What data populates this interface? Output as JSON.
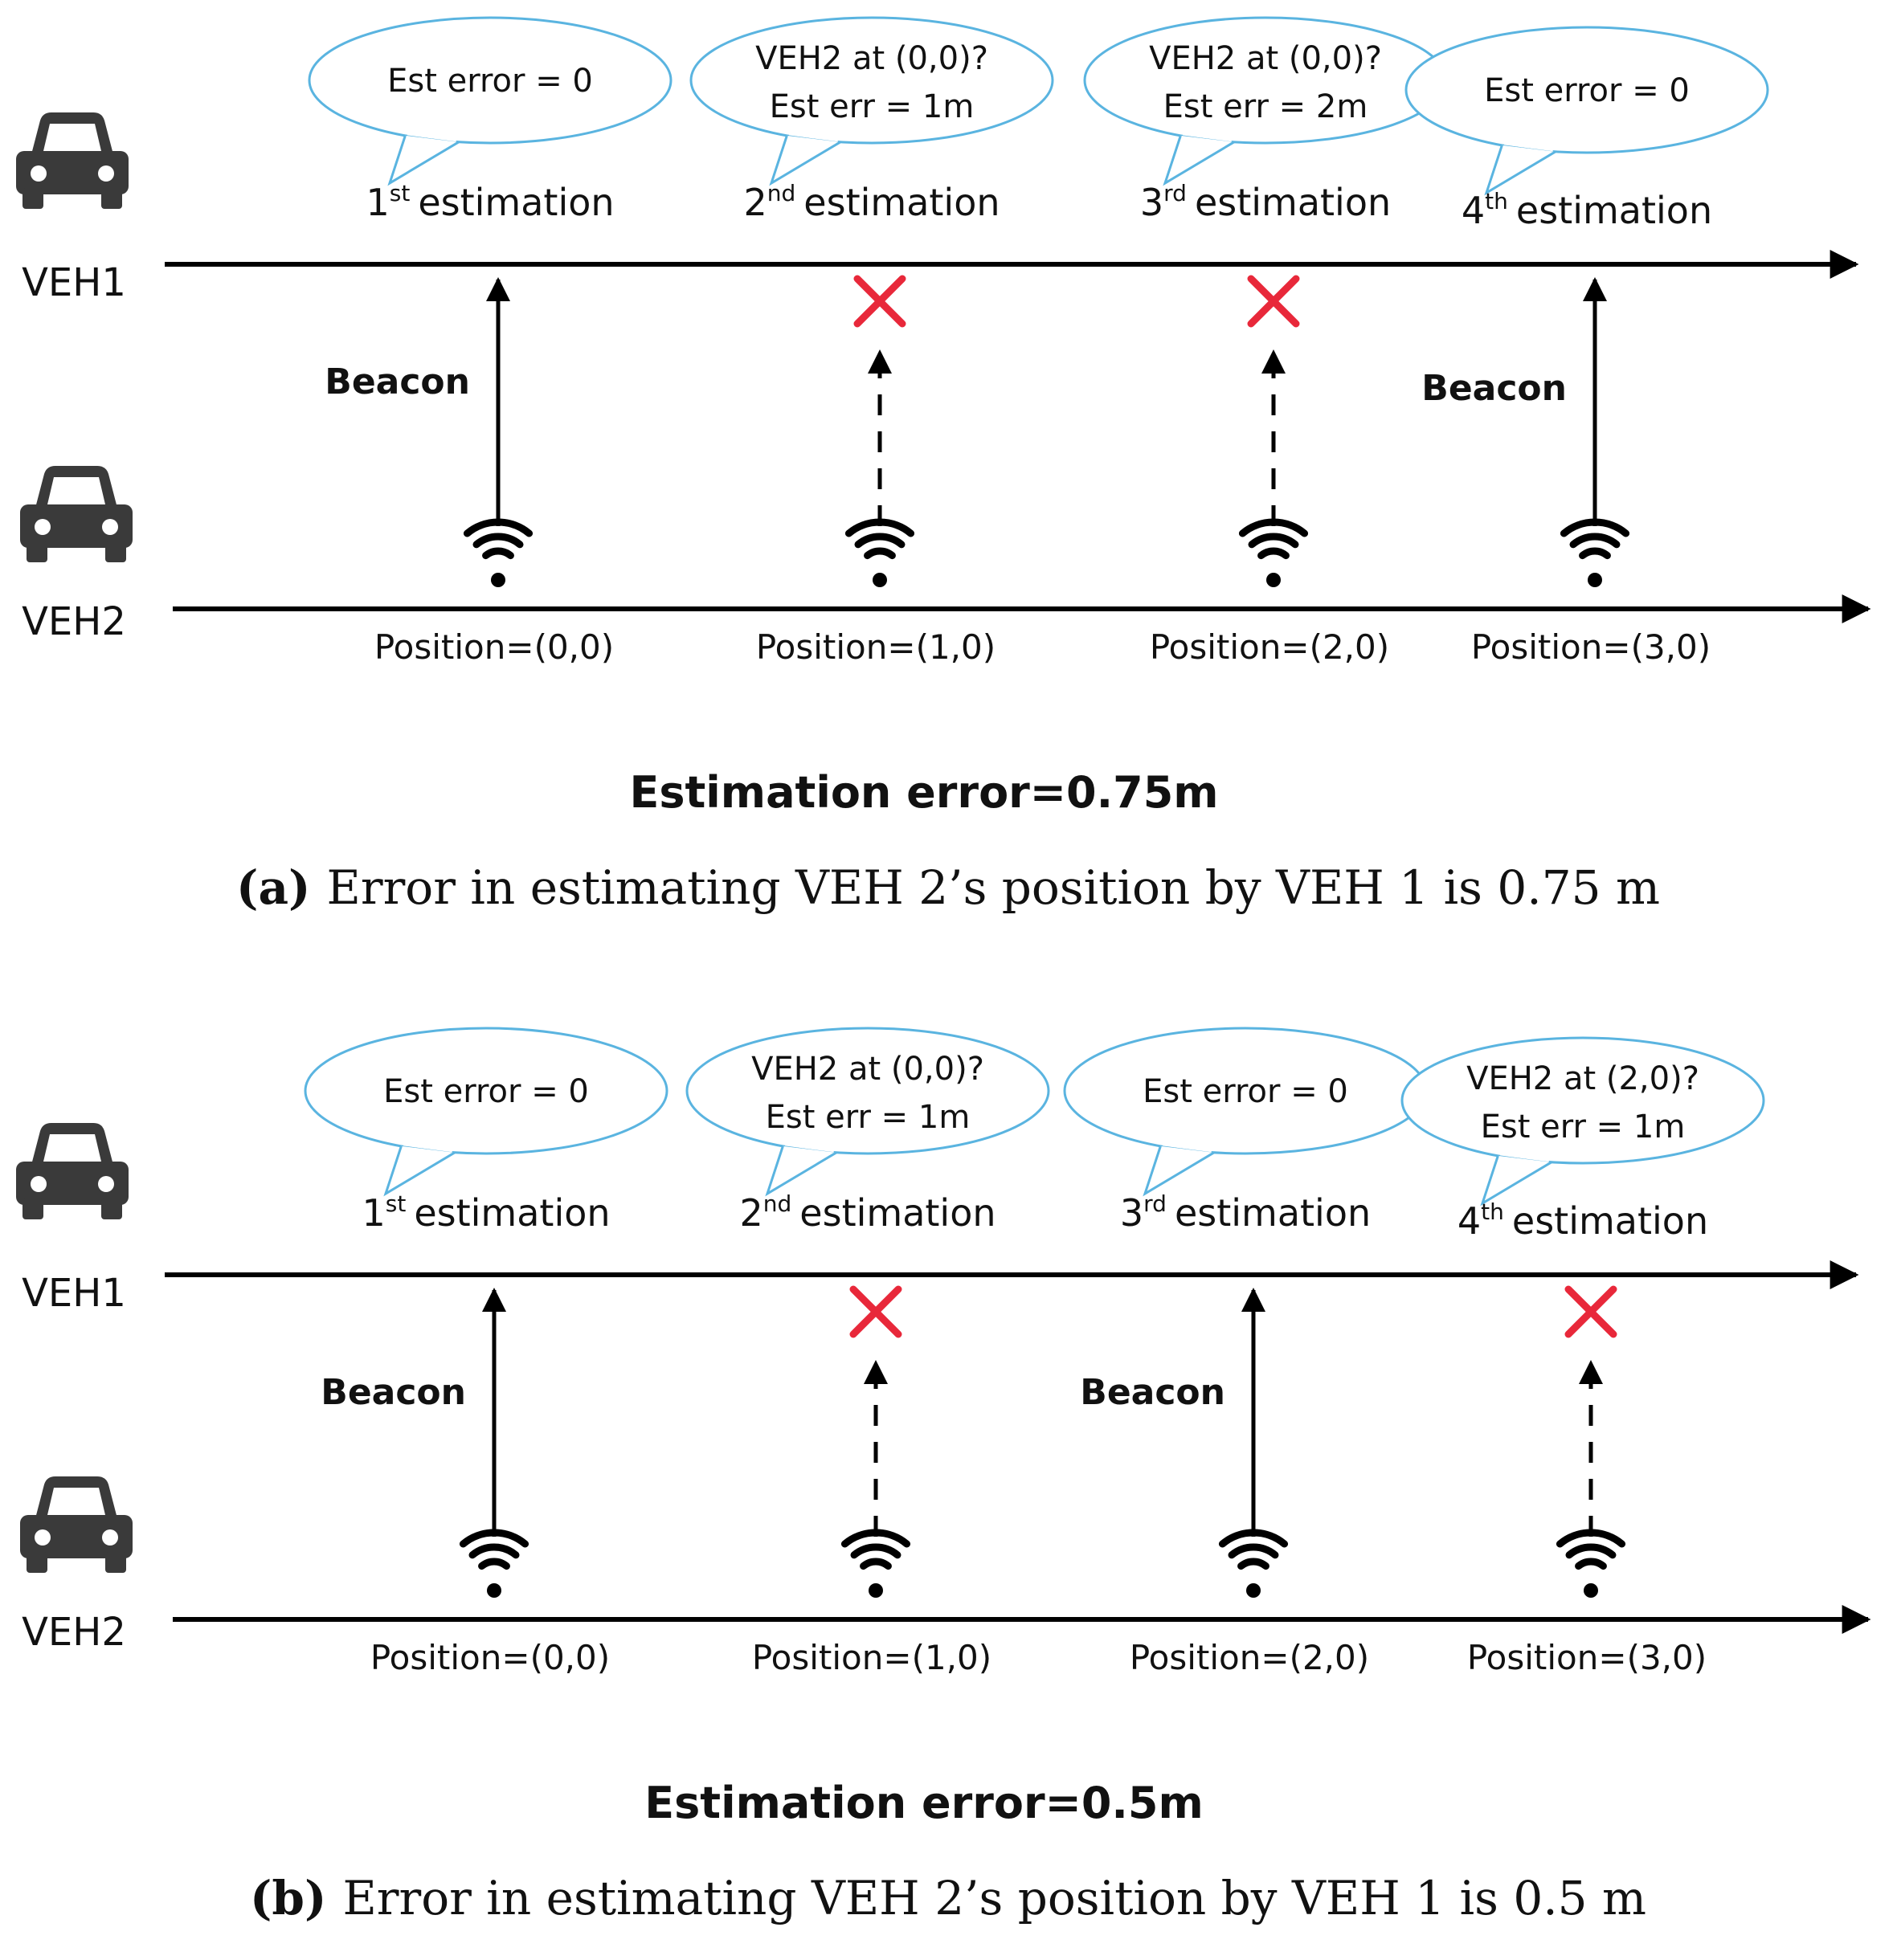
{
  "colors": {
    "line": "#000000",
    "car": "#3a3a3a",
    "bubble_stroke": "#5ab4e0",
    "fail_mark": "#e8283a"
  },
  "icons": {
    "vehicle": "car-icon",
    "transmitter": "wifi-signal-icon",
    "lost_beacon": "red-x-icon"
  },
  "panels": [
    {
      "veh1_label": "VEH1",
      "veh2_label": "VEH2",
      "steps": [
        {
          "est_prefix": "1",
          "est_sup": "st",
          "est_word": "estimation",
          "bubble": [
            "Est error = 0"
          ],
          "received": true,
          "beacon_label": "Beacon",
          "position": "Position=(0,0)"
        },
        {
          "est_prefix": "2",
          "est_sup": "nd",
          "est_word": "estimation",
          "bubble": [
            "VEH2 at (0,0)?",
            "Est err = 1m"
          ],
          "received": false,
          "beacon_label": "",
          "position": "Position=(1,0)"
        },
        {
          "est_prefix": "3",
          "est_sup": "rd",
          "est_word": "estimation",
          "bubble": [
            "VEH2 at (0,0)?",
            "Est err = 2m"
          ],
          "received": false,
          "beacon_label": "",
          "position": "Position=(2,0)"
        },
        {
          "est_prefix": "4",
          "est_sup": "th",
          "est_word": "estimation",
          "bubble": [
            "Est error = 0"
          ],
          "received": true,
          "beacon_label": "Beacon",
          "position": "Position=(3,0)"
        }
      ],
      "summary": "Estimation error=0.75m",
      "caption_letter": "(a)",
      "caption_text": "Error in estimating VEH 2’s position by VEH 1 is 0.75 m"
    },
    {
      "veh1_label": "VEH1",
      "veh2_label": "VEH2",
      "steps": [
        {
          "est_prefix": "1",
          "est_sup": "st",
          "est_word": "estimation",
          "bubble": [
            "Est error = 0"
          ],
          "received": true,
          "beacon_label": "Beacon",
          "position": "Position=(0,0)"
        },
        {
          "est_prefix": "2",
          "est_sup": "nd",
          "est_word": "estimation",
          "bubble": [
            "VEH2 at (0,0)?",
            "Est err = 1m"
          ],
          "received": false,
          "beacon_label": "",
          "position": "Position=(1,0)"
        },
        {
          "est_prefix": "3",
          "est_sup": "rd",
          "est_word": "estimation",
          "bubble": [
            "Est error = 0"
          ],
          "received": true,
          "beacon_label": "Beacon",
          "position": "Position=(2,0)"
        },
        {
          "est_prefix": "4",
          "est_sup": "th",
          "est_word": "estimation",
          "bubble": [
            "VEH2 at (2,0)?",
            "Est err = 1m"
          ],
          "received": false,
          "beacon_label": "",
          "position": "Position=(3,0)"
        }
      ],
      "summary": "Estimation error=0.5m",
      "caption_letter": "(b)",
      "caption_text": "Error in estimating VEH 2’s position by VEH 1 is 0.5 m"
    }
  ]
}
